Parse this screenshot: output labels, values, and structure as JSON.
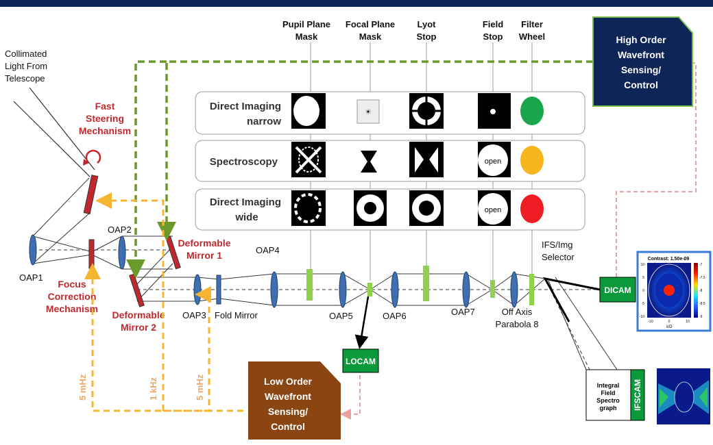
{
  "headers": {
    "pupil": [
      "Pupil Plane",
      "Mask"
    ],
    "focal": [
      "Focal Plane",
      "Mask"
    ],
    "lyot": [
      "Lyot",
      "Stop"
    ],
    "field": [
      "Field",
      "Stop"
    ],
    "filter": [
      "Filter",
      "Wheel"
    ]
  },
  "source": [
    "Collimated",
    "Light From",
    "Telescope"
  ],
  "red_labels": {
    "fsm": [
      "Fast",
      "Steering",
      "Mechanism"
    ],
    "dm1": [
      "Deformable",
      "Mirror 1"
    ],
    "dm2": [
      "Deformable",
      "Mirror 2"
    ],
    "focus": [
      "Focus",
      "Correction",
      "Mechanism"
    ]
  },
  "component_labels": {
    "oap1": "OAP1",
    "oap2": "OAP2",
    "oap3": "OAP3",
    "fold": "Fold Mirror",
    "oap4": "OAP4",
    "oap5": "OAP5",
    "oap6": "OAP6",
    "oap7": "OAP7",
    "oap8": [
      "Off Axis",
      "Parabola 8"
    ],
    "selector": [
      "IFS/Img",
      "Selector"
    ]
  },
  "modes": {
    "narrow": [
      "Direct Imaging",
      "narrow"
    ],
    "spectroscopy": "Spectroscopy",
    "wide": [
      "Direct Imaging",
      "wide"
    ]
  },
  "open_text": "open",
  "filter_colors": {
    "narrow": "#1aa64a",
    "spectroscopy": "#f7b51e",
    "wide": "#ee1c24"
  },
  "high_order": [
    "High Order",
    "Wavefront",
    "Sensing/",
    "Control"
  ],
  "low_order": [
    "Low Order",
    "Wavefront",
    "Sensing/",
    "Control"
  ],
  "cameras": {
    "dicam": "DICAM",
    "locam": "LOCAM",
    "ifscam": "IFSCAM"
  },
  "ifs": [
    "Integral",
    "Field",
    "Spectro",
    "graph"
  ],
  "frequencies": {
    "f1": "5 mHz",
    "f2": "1 kHz",
    "f3": "5 mHz"
  },
  "contrast_plot": {
    "title": "Contrast: 1.50e-09",
    "xlabel": "λ/D",
    "xticks": [
      "-10",
      "0",
      "10"
    ],
    "yticks": [
      "10",
      "5",
      "0",
      "-5",
      "-10"
    ],
    "cticks": [
      "-7",
      "-7.5",
      "-8",
      "-8.5",
      "-9"
    ]
  },
  "colors": {
    "navy": "#0d2557",
    "brown": "#8b4513",
    "camera_green": "#0a9a3c",
    "mask_green": "#8ed14a",
    "dashed_green": "#6b9a2c",
    "dashed_orange": "#f5b531",
    "dashed_pink": "#e8a2a2",
    "lens_blue": "#3f6fb0",
    "mirror_red": "#c0282d"
  }
}
